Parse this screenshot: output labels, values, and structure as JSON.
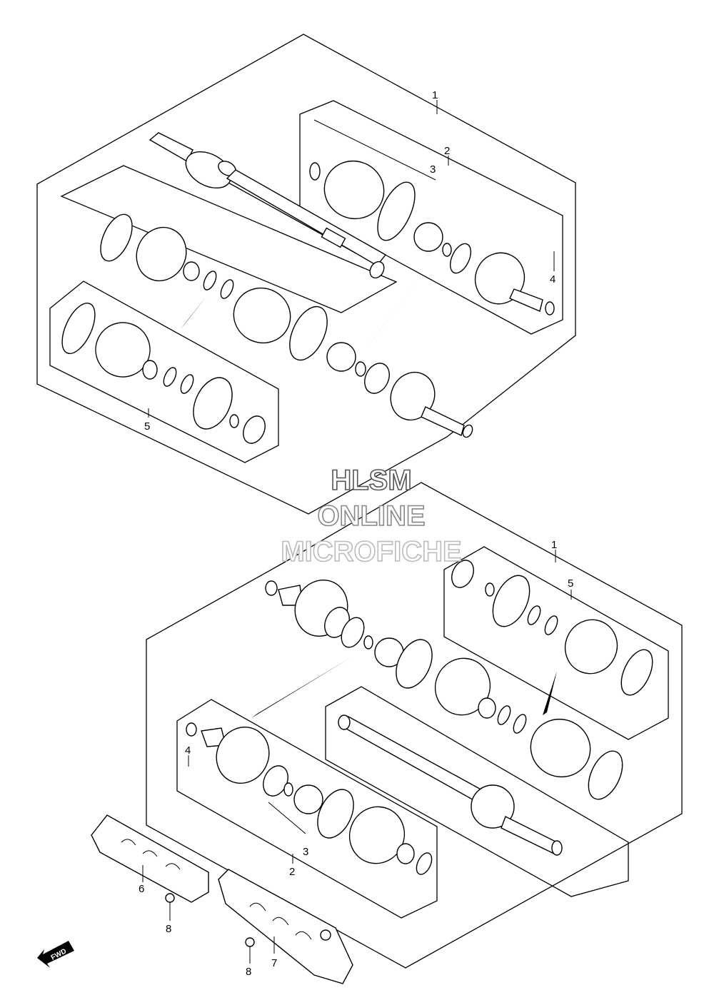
{
  "callouts": {
    "upper": {
      "assembly": "1",
      "boot_set_outer": "2",
      "joint_set": "3",
      "circlip": "4",
      "boot_set_inner": "5"
    },
    "lower": {
      "assembly": "1",
      "boot_set_inner": "5",
      "circlip": "4",
      "joint_set": "3",
      "boot_set_outer": "2",
      "cover_left": "6",
      "cover_right": "7",
      "bolt_left": "8",
      "bolt_right": "8"
    }
  },
  "watermark": {
    "line1": "HLSM",
    "line2": "ONLINE",
    "line3": "MICROFICHE",
    "color_line1": "#555555",
    "color_line2": "#888888",
    "color_line3": "#bbbbbb"
  },
  "direction_badge": {
    "label": "FWD",
    "icon": "forward-arrow-icon"
  }
}
